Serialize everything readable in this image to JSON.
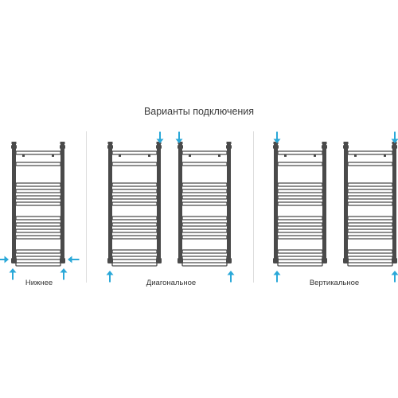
{
  "title": "Варианты подключения",
  "groups": [
    {
      "key": "bottom",
      "label": "Нижнее"
    },
    {
      "key": "diagonal",
      "label": "Диагональное"
    },
    {
      "key": "vertical",
      "label": "Вертикальное"
    }
  ],
  "colors": {
    "frame": "#4a4a4a",
    "arrow": "#2aa8d8",
    "text": "#3a3a3a"
  },
  "icons": {
    "radiator": "towel-rail-radiator-icon",
    "arrow": "flow-arrow-icon"
  }
}
